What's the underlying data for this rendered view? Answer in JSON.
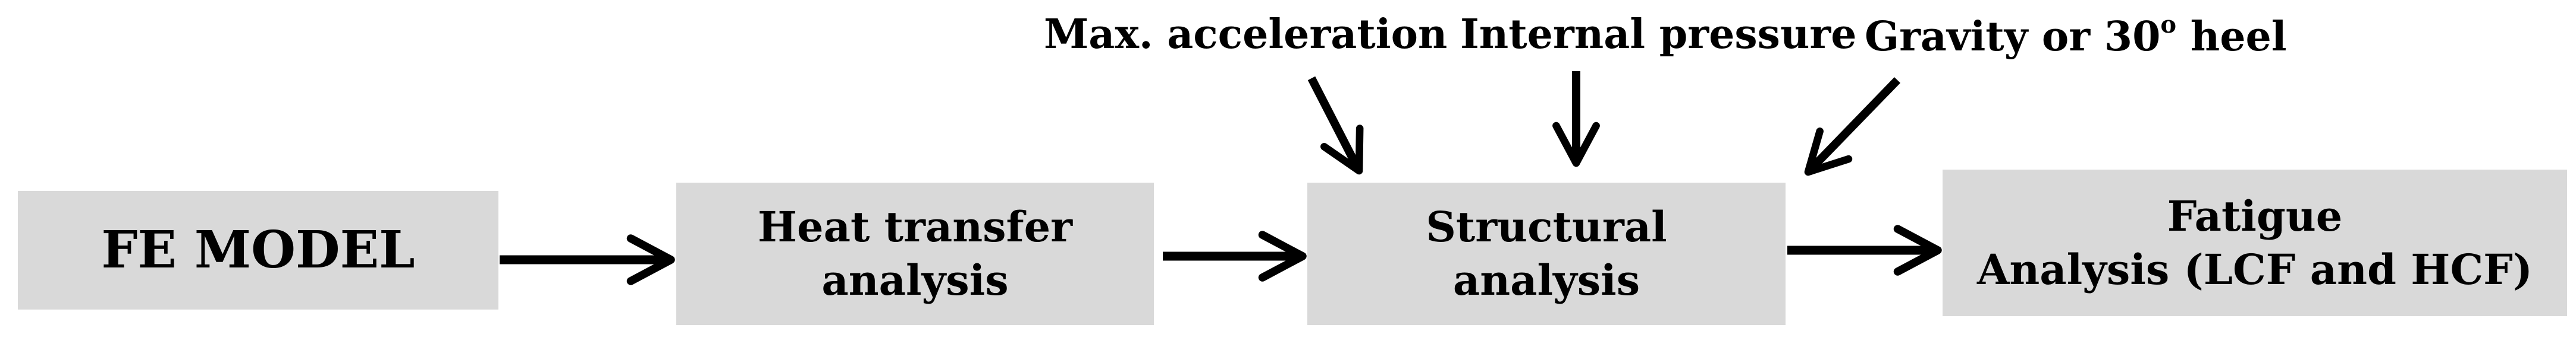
{
  "boxes": {
    "fe_model": {
      "lines": [
        "FE MODEL"
      ]
    },
    "heat_transfer": {
      "lines": [
        "Heat transfer",
        "analysis"
      ]
    },
    "structural": {
      "lines": [
        "Structural",
        "analysis"
      ]
    },
    "fatigue": {
      "lines": [
        "Fatigue",
        "Analysis (LCF and HCF)"
      ]
    }
  },
  "loads": {
    "acceleration": "Max. acceleration",
    "pressure": "Internal pressure",
    "gravity_text": "Gravity or 30",
    "gravity_sup": "o",
    "gravity_suffix": " heel"
  },
  "colors": {
    "box_fill": "#d9d9d9",
    "arrow": "#000000",
    "text": "#000000"
  }
}
